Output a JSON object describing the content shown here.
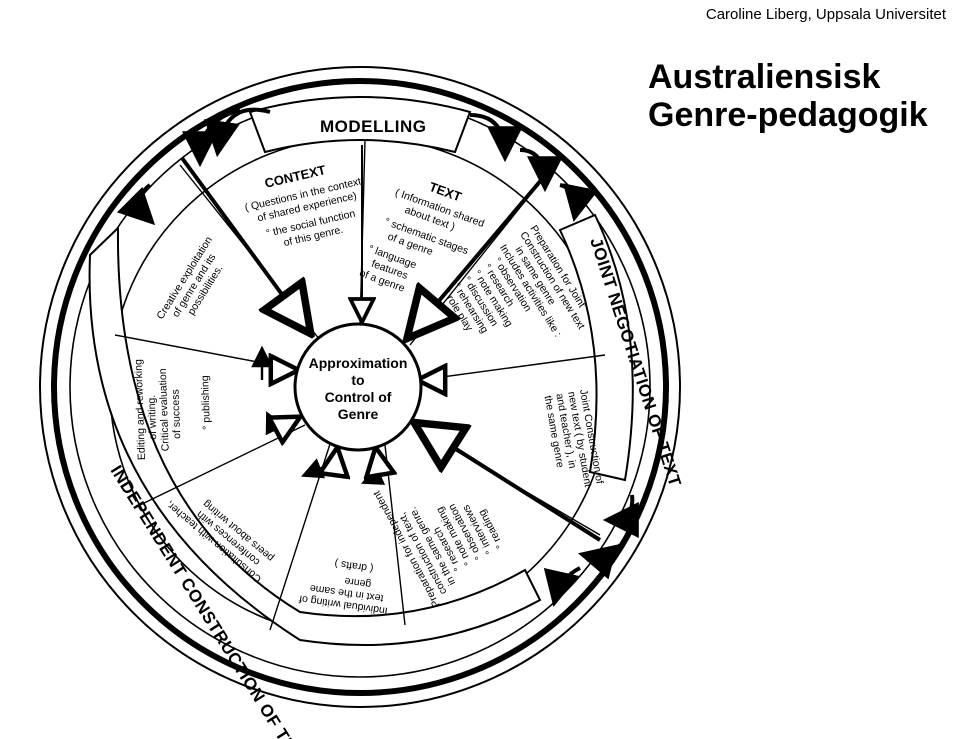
{
  "header": {
    "author": "Caroline Liberg, Uppsala Universitet",
    "title_line1": "Australiensisk",
    "title_line2": "Genre-pedagogik"
  },
  "diagram": {
    "center_lines": [
      "Approximation",
      "to",
      "Control of",
      "Genre"
    ],
    "bands": {
      "modelling": "MODELLING",
      "joint": "JOINT NEGOTIATION OF TEXT",
      "independent": "INDEPENDENT CONSTRUCTION OF TEXT"
    },
    "segments": {
      "context": {
        "title": "CONTEXT",
        "lines": [
          "( Questions in the context",
          "of shared experience)",
          "° the social function",
          "of this genre."
        ]
      },
      "text": {
        "title": "TEXT",
        "lines": [
          "( Information shared",
          "about text )",
          "° schematic stages",
          "of a genre",
          "° language",
          "features",
          "of a genre"
        ]
      },
      "prep_joint": {
        "lines": [
          "Preparation for Joint",
          "Construction of new text",
          "in same genre",
          "Includes activities like :",
          "° observation",
          "° research",
          "° note making",
          "° discussion",
          "° rehearsing",
          "° role play"
        ]
      },
      "joint_construction": {
        "lines": [
          "Joint Construction of",
          "new text ( by student",
          "and teacher ), in",
          "the same genre"
        ]
      },
      "prep_independent": {
        "lines": [
          "Preparation for independent",
          "construction of text,",
          "in the same genre.",
          "° research",
          "° note making",
          "° observation",
          "° interviews",
          "° reading"
        ]
      },
      "individual_writing": {
        "lines": [
          "Individual writing of",
          "text in the same",
          "genre",
          "( drafts )"
        ]
      },
      "consultation": {
        "lines": [
          "Consultation with teacher,",
          "conferences with",
          "peers about writing"
        ]
      },
      "editing": {
        "lines": [
          "Editing and reworking",
          "of writing.",
          "Critical evaluation",
          "of success",
          "° publishing"
        ]
      },
      "creative": {
        "lines": [
          "Creative exploitation",
          "of genre and its",
          "possibilities."
        ]
      }
    }
  }
}
